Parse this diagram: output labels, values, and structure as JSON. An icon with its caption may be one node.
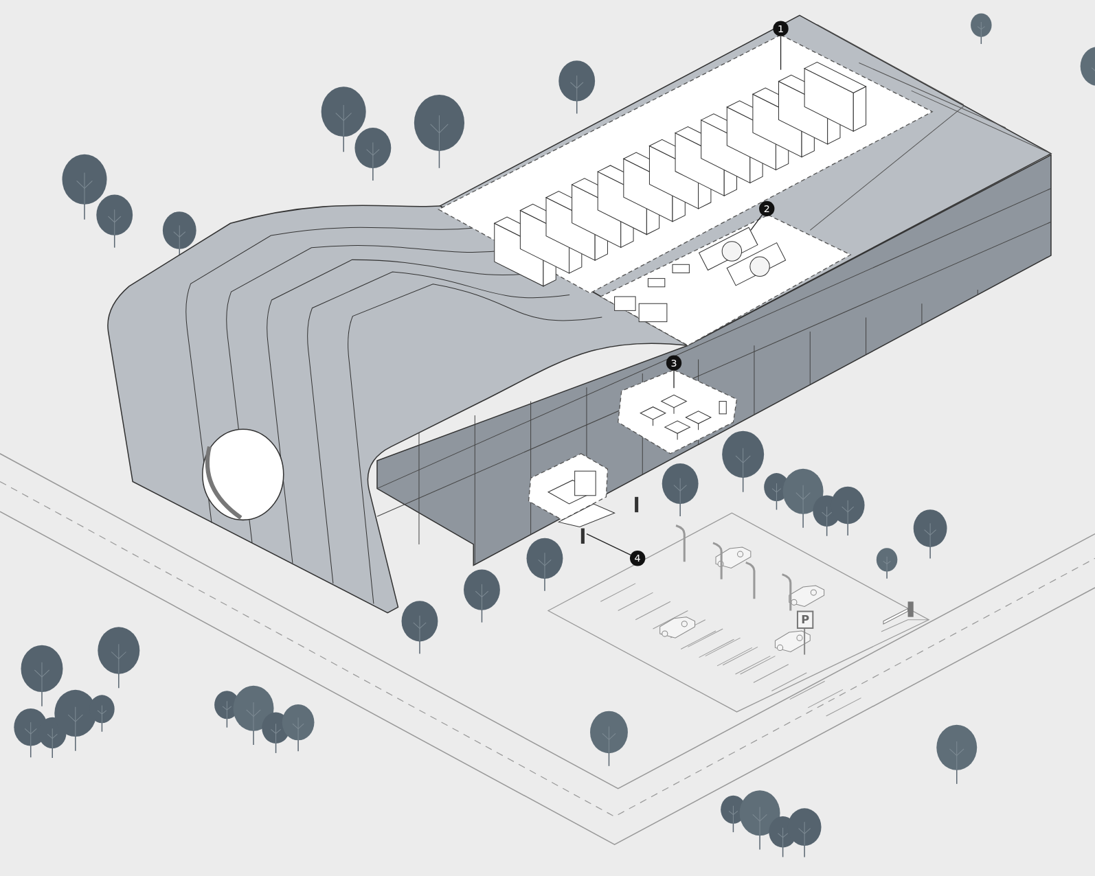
{
  "diagram": {
    "nodes": [
      {
        "text": [
          "1"
        ]
      },
      {
        "text": [],
        "shape": "picture"
      },
      {
        "text": [
          "2"
        ]
      },
      {
        "text": [],
        "shape": "picture"
      },
      {
        "text": [
          "3"
        ]
      },
      {
        "text": [],
        "shape": "picture"
      },
      {
        "text": [
          "4"
        ]
      },
      {
        "text": [],
        "shape": "picture"
      }
    ],
    "edges": [
      {
        "from": 0,
        "to": 1,
        "arrow": "none"
      },
      {
        "from": 2,
        "to": 3,
        "arrow": "none"
      },
      {
        "from": 4,
        "to": 5,
        "arrow": "none"
      },
      {
        "from": 6,
        "to": 7,
        "arrow": "none"
      }
    ],
    "labels": [
      "P"
    ]
  }
}
